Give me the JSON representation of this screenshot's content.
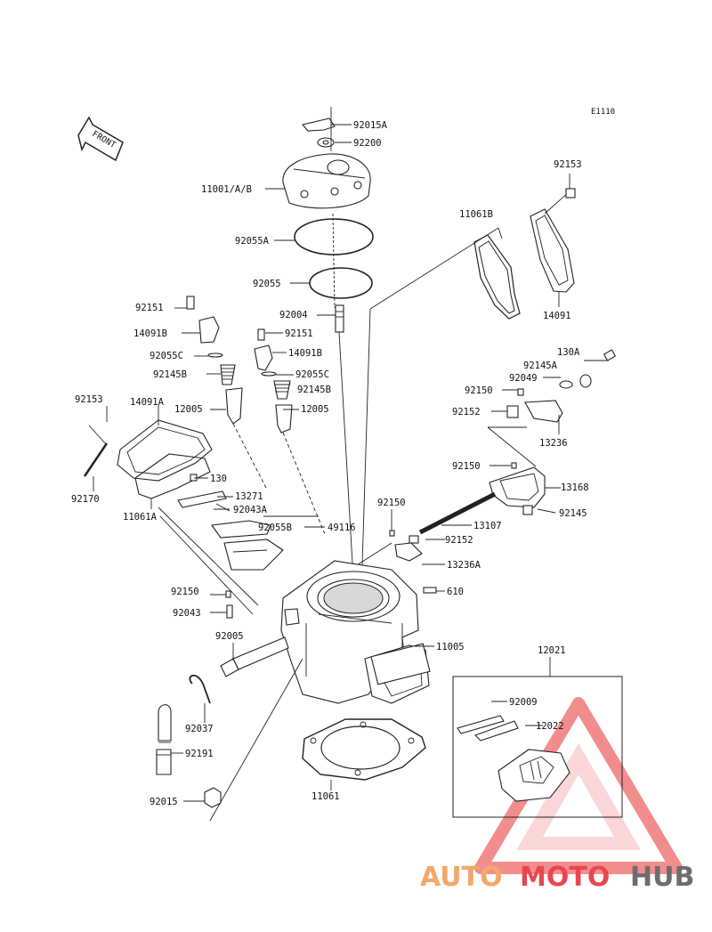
{
  "diagram_code": "E1110",
  "front_label": "FRONT",
  "labels": {
    "p92015A": "92015A",
    "p92200": "92200",
    "p11001AB": "11001/A/B",
    "p92153_top": "92153",
    "p11061B": "11061B",
    "p92055A": "92055A",
    "p92055": "92055",
    "p92004": "92004",
    "p14091": "14091",
    "p92151_a": "92151",
    "p14091B_a": "14091B",
    "p92151_b": "92151",
    "p14091B_b": "14091B",
    "p92055C_a": "92055C",
    "p92145B_a": "92145B",
    "p92055C_b": "92055C",
    "p92145B_b": "92145B",
    "p12005_a": "12005",
    "p12005_b": "12005",
    "p130A": "130A",
    "p92145A": "92145A",
    "p92049": "92049",
    "p92150_a": "92150",
    "p92152_a": "92152",
    "p13236": "13236",
    "p92153_left": "92153",
    "p14091A": "14091A",
    "p92170": "92170",
    "p11061A": "11061A",
    "p130": "130",
    "p13271": "13271",
    "p92043A": "92043A",
    "p92055B": "92055B",
    "p49116": "49116",
    "p92150_b": "92150",
    "p13168": "13168",
    "p92145": "92145",
    "p92150_c": "92150",
    "p13107": "13107",
    "p92152_b": "92152",
    "p13236A": "13236A",
    "p92150_d": "92150",
    "p610": "610",
    "p92043": "92043",
    "p11005": "11005",
    "p92005": "92005",
    "p12021": "12021",
    "p92009": "92009",
    "p12022": "12022",
    "p92037": "92037",
    "p92191": "92191",
    "p11061": "11061",
    "p92015": "92015"
  },
  "watermark": {
    "part1": "AUTO",
    "part2": "MOTO",
    "part3": "HUB",
    "colors": {
      "auto": "#f2a86a",
      "moto": "#e8474f",
      "hub": "#6d6d6d"
    }
  }
}
